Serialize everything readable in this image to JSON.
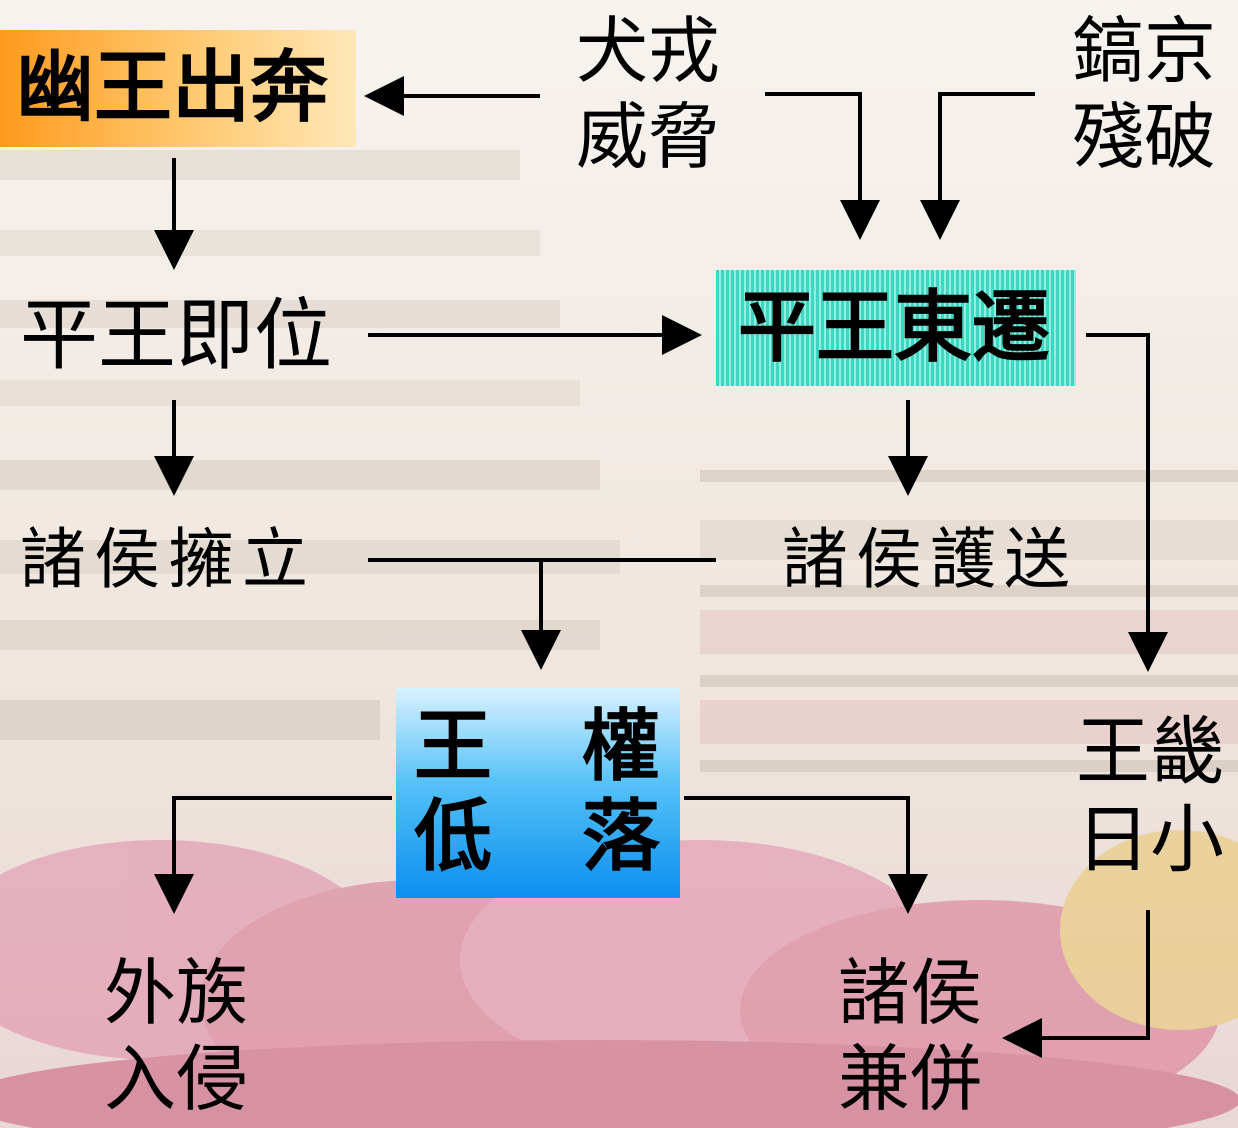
{
  "nodes": {
    "youwang_chuben": "幽王出奔",
    "quanrong_1": "犬戎",
    "quanrong_2": "威脅",
    "haojing_1": "鎬京",
    "haojing_2": "殘破",
    "pingwang_jiwei": "平王即位",
    "pingwang_dongqian": "平王東遷",
    "zhuhou_yongli": "諸侯擁立",
    "zhuhou_husong": "諸侯護送",
    "wangquan_1a": "王",
    "wangquan_1b": "權",
    "wangquan_2a": "低",
    "wangquan_2b": "落",
    "wangji_1": "王畿",
    "wangji_2": "日小",
    "waizu_1": "外族",
    "waizu_2": "入侵",
    "zhuhou_jianbing_1": "諸侯",
    "zhuhou_jianbing_2": "兼併"
  },
  "colors": {
    "box_orange": "#ff9a1e",
    "box_teal": "#3fd6c2",
    "box_blue": "#0a8ff0",
    "arrow": "#000000"
  }
}
